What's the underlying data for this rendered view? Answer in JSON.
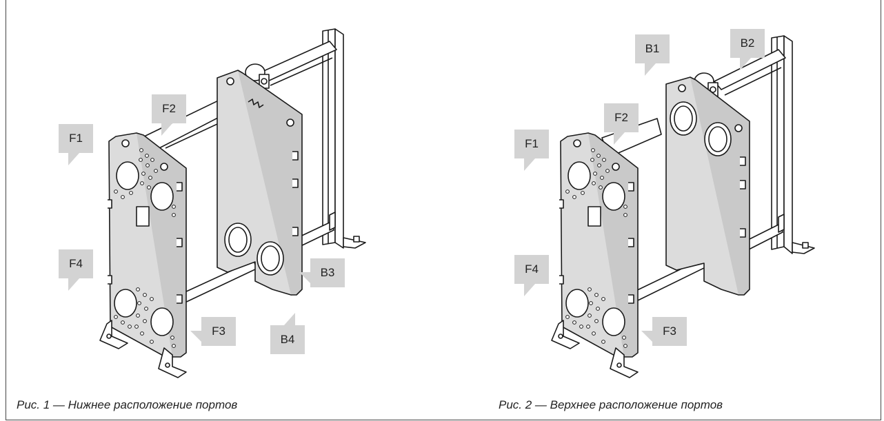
{
  "figure1": {
    "caption": "Рис. 1 — Нижнее расположение портов",
    "labels": {
      "F1": "F1",
      "F2": "F2",
      "F3": "F3",
      "F4": "F4",
      "B3": "B3",
      "B4": "B4"
    }
  },
  "figure2": {
    "caption": "Рис. 2 — Верхнее расположение портов",
    "labels": {
      "F1": "F1",
      "F2": "F2",
      "F3": "F3",
      "F4": "F4",
      "B1": "B1",
      "B2": "B2"
    }
  },
  "colors": {
    "plate": "#dcdcdc",
    "line": "#1a1a1a",
    "callout": "#d3d3d3"
  }
}
